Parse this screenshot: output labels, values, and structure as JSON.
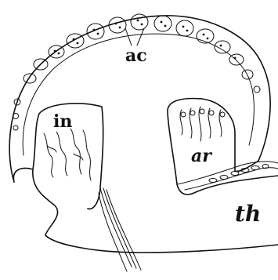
{
  "figure": {
    "labels": {
      "ac": "ac",
      "in": "in",
      "ar": "ar",
      "th": "th"
    },
    "colors": {
      "ink": "#111111",
      "paper": "#ffffff"
    }
  }
}
